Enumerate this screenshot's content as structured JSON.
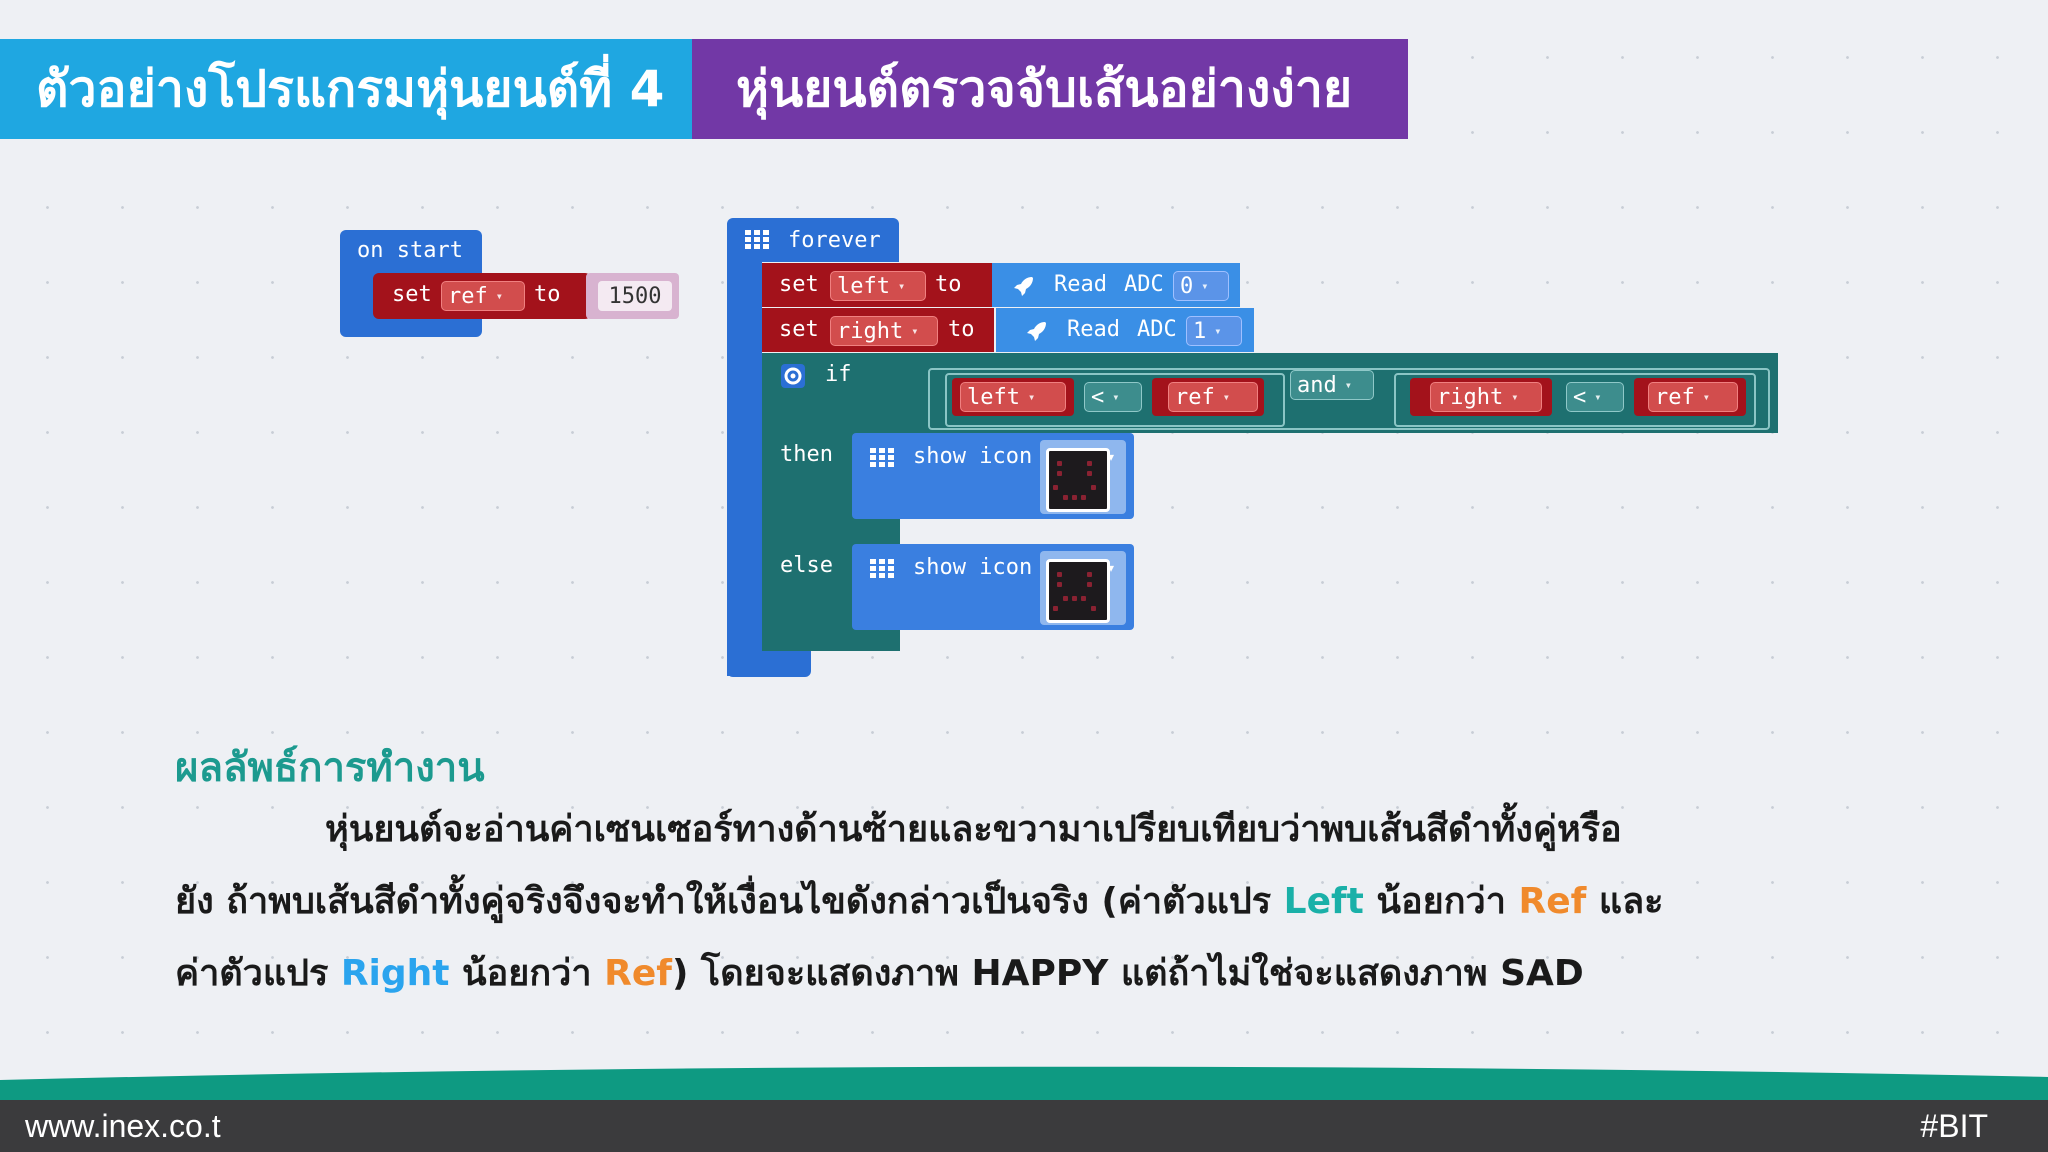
{
  "header": {
    "left_title": "ตัวอย่างโปรแกรมหุ่นยนต์ที่ 4",
    "right_title": "หุ่นยนต์ตรวจจับเส้นอย่างง่าย"
  },
  "colors": {
    "header_left": "#1fa7e1",
    "header_right": "#7238a6",
    "footer": "#3b3b3d",
    "wave": "#0e9a82"
  },
  "on_start": {
    "title": "on start",
    "set_label": "set",
    "variable": "ref",
    "to_label": "to",
    "value": "1500"
  },
  "forever": {
    "title": "forever",
    "set_left": {
      "set": "set",
      "variable": "left",
      "to": "to",
      "read": "Read",
      "adc": "ADC",
      "channel": "0"
    },
    "set_right": {
      "set": "set",
      "variable": "right",
      "to": "to",
      "read": "Read",
      "adc": "ADC",
      "channel": "1"
    },
    "if_label": "if",
    "cond1": {
      "a": "left",
      "op": "<",
      "b": "ref"
    },
    "and_label": "and",
    "cond2": {
      "a": "right",
      "op": "<",
      "b": "ref"
    },
    "then_label": "then",
    "else_label": "else",
    "show_icon": "show icon"
  },
  "section": {
    "title": "ผลลัพธ์การทำงาน",
    "line1": "หุ่นยนต์จะอ่านค่าเซนเซอร์ทางด้านซ้ายและขวามาเปรียบเทียบว่าพบเส้นสีดำทั้งคู่หรือ",
    "line2_a": "ยัง ถ้าพบเส้นสีดำทั้งคู่จริงจึงจะทำให้เงื่อนไขดังกล่าวเป็นจริง (ค่าตัวแปร ",
    "left_word": "Left",
    "line2_b": " น้อยกว่า ",
    "ref_word": "Ref",
    "line2_c": " และ",
    "line3_a": "ค่าตัวแปร ",
    "right_word": "Right",
    "line3_b": " น้อยกว่า ",
    "line3_c": ") โดยจะแสดงภาพ HAPPY แต่ถ้าไม่ใช่จะแสดงภาพ SAD"
  },
  "footer": {
    "website": "www.inex.co.t",
    "tag": "#BIT"
  }
}
